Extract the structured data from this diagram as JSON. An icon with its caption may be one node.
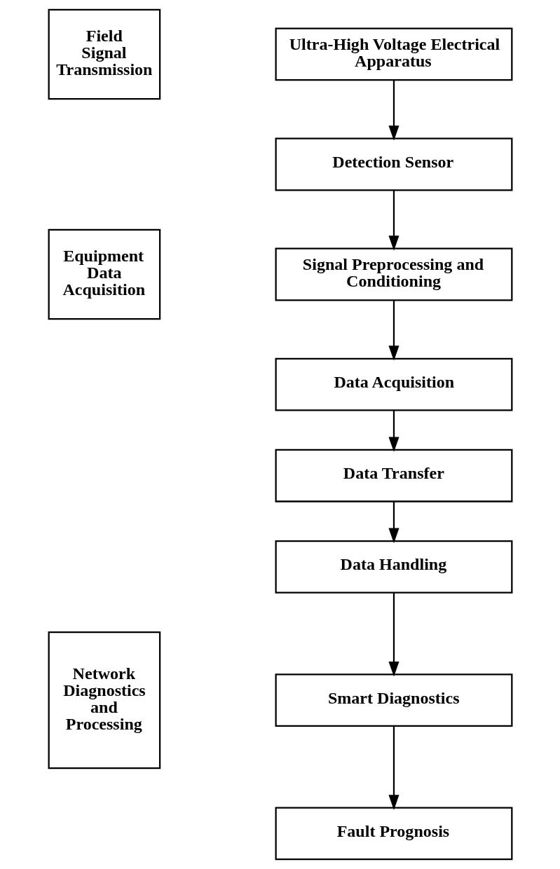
{
  "diagram": {
    "nodes": [
      {
        "text": [
          "Field Signal Transmission"
        ]
      },
      {
        "text": [
          "Equipment Data Acquisition"
        ]
      },
      {
        "text": [
          "Network Diagnostics and Processing"
        ]
      },
      {
        "text": [
          "Ultra-High Voltage Electrical Apparatus"
        ]
      },
      {
        "text": [
          "Detection Sensor"
        ]
      },
      {
        "text": [
          "Signal Preprocessing and Conditioning"
        ]
      },
      {
        "text": [
          "Data Acquisition"
        ]
      },
      {
        "text": [
          "Data Transfer"
        ]
      },
      {
        "text": [
          "Data Handling"
        ]
      },
      {
        "text": [
          "Smart Diagnostics"
        ]
      },
      {
        "text": [
          "Fault Prognosis"
        ]
      }
    ],
    "edges": [
      {
        "from": 3,
        "to": 4,
        "arrow": "to"
      },
      {
        "from": 4,
        "to": 5,
        "arrow": "to"
      },
      {
        "from": 5,
        "to": 6,
        "arrow": "to"
      },
      {
        "from": 6,
        "to": 7,
        "arrow": "to"
      },
      {
        "from": 7,
        "to": 8,
        "arrow": "to"
      },
      {
        "from": 8,
        "to": 9,
        "arrow": "to"
      },
      {
        "from": 9,
        "to": 10,
        "arrow": "to"
      }
    ]
  }
}
